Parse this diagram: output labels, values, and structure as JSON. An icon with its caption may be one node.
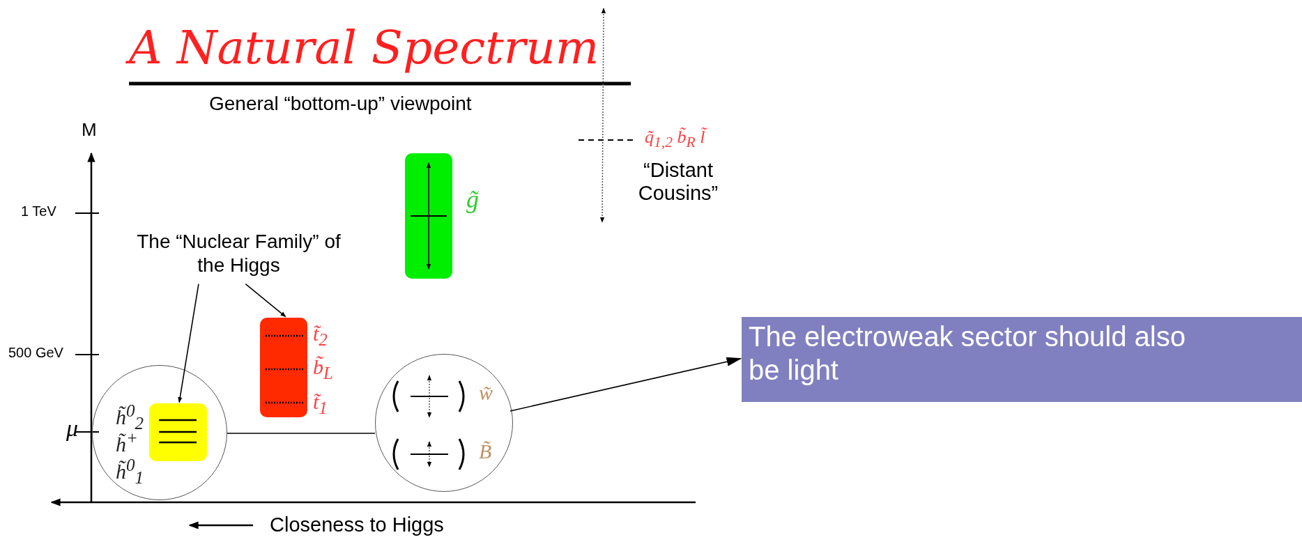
{
  "diagram": {
    "title": "A Natural Spectrum",
    "nodes": [
      {
        "text": [],
        "shape": "box",
        "beside": [
          "g̃"
        ]
      },
      {
        "text": [
          "The “Nuclear Family” of the Higgs"
        ]
      },
      {
        "text": [],
        "shape": "box",
        "beside": [
          "t̃$_{2}$",
          "b̃$_{L}$",
          "t̃$_{1}$"
        ]
      },
      {
        "text": [
          "The electroweak sector should also be light"
        ]
      },
      {
        "text": [],
        "shape": "circle"
      },
      {
        "text": [],
        "shape": "box",
        "in": 4,
        "beside": [
          "h̃$^{0}$$_{2}$",
          "h̃$^{+}$",
          "h̃$^{0}$$_{1}$"
        ]
      },
      {
        "text": [
          "w̃",
          "B̃"
        ]
      }
    ],
    "edges": [
      {
        "from": 1,
        "to": 5,
        "arrow": "to"
      },
      {
        "from": 1,
        "to": 2,
        "arrow": "to"
      },
      {
        "from": 4,
        "to": 6,
        "arrow": "none"
      },
      {
        "from": 6,
        "to": 3,
        "arrow": "to"
      }
    ],
    "labels": [
      "General “bottom-up” viewpoint",
      "M",
      "q̃$_{1,2}$  b̃$_{R}$  l̃",
      "“Distant Cousins”",
      "1 TeV",
      "500 GeV",
      "μ",
      "Closeness to Higgs"
    ]
  }
}
